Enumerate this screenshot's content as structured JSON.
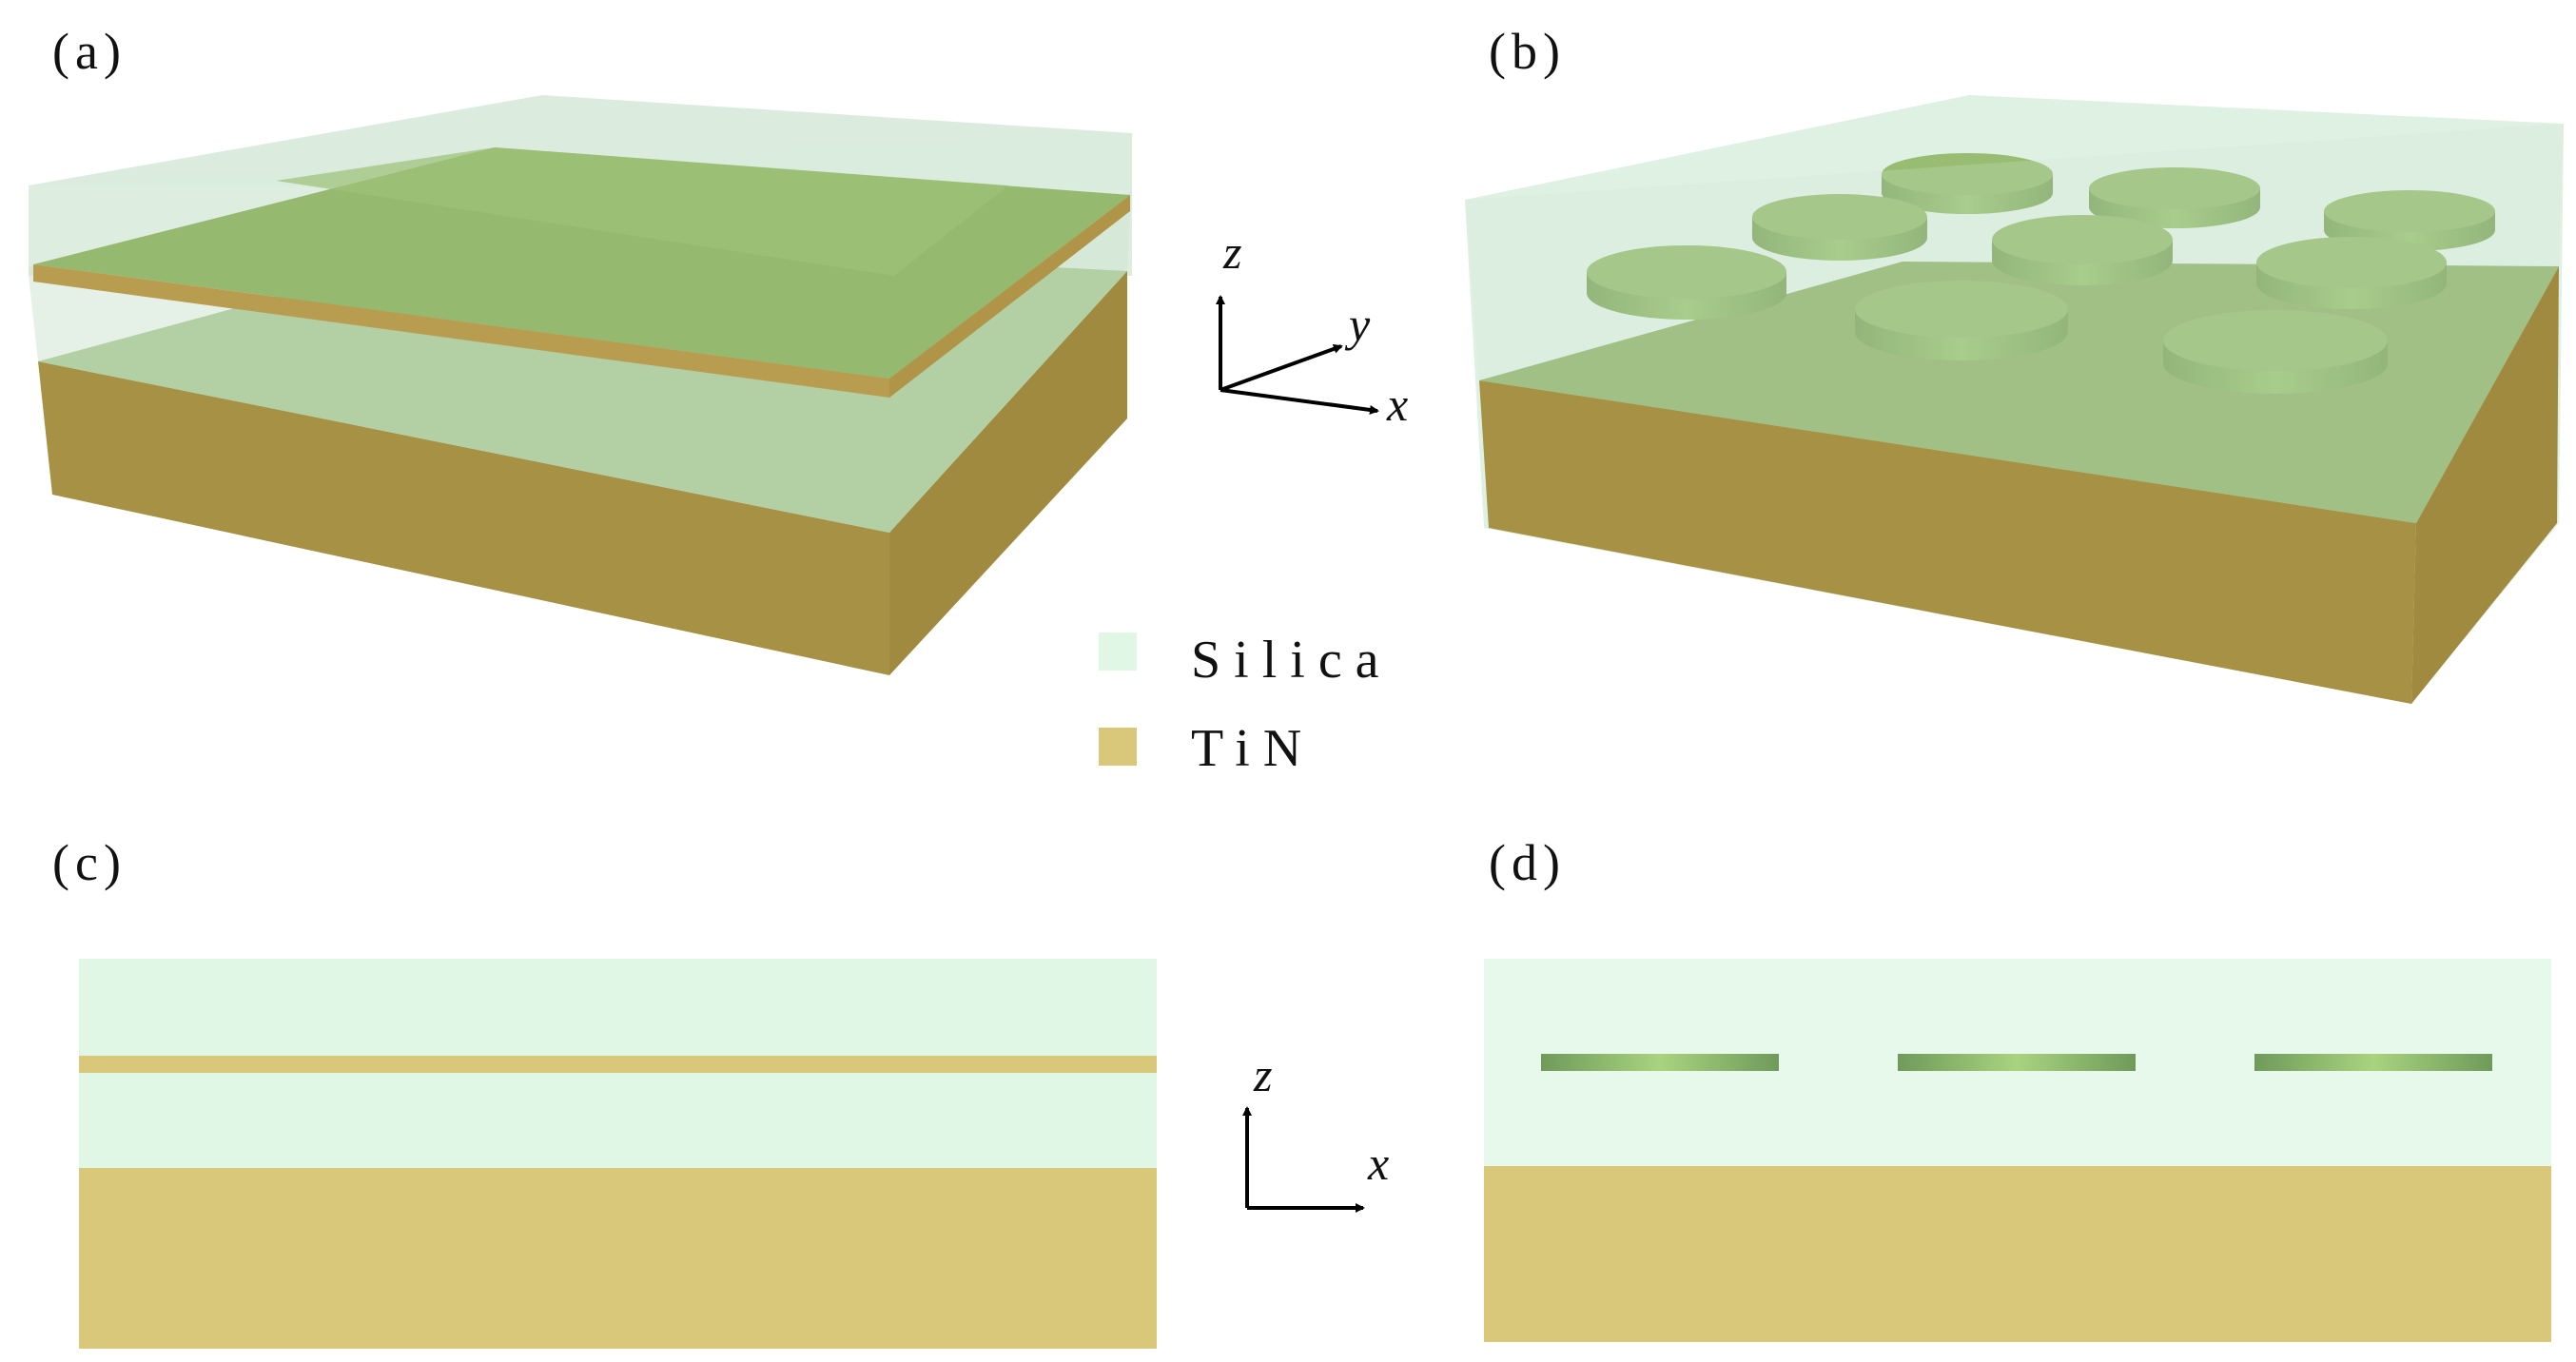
{
  "panels": {
    "a": {
      "label": "(a)"
    },
    "b": {
      "label": "(b)"
    },
    "c": {
      "label": "(c)"
    },
    "d": {
      "label": "(d)"
    }
  },
  "axes_3d": {
    "z": "z",
    "y": "y",
    "x": "x"
  },
  "axes_2d": {
    "z": "z",
    "x": "x"
  },
  "legend": {
    "items": [
      {
        "label": "Silica",
        "color": "#e1f7e6"
      },
      {
        "label": "TiN",
        "color": "#d9c77a"
      }
    ]
  },
  "colors": {
    "silica": "#e1f7e6",
    "tin": "#d9c77a",
    "tin_3d_side": "#a69145",
    "green_surface": "#93b86e",
    "axis": "#000000"
  }
}
